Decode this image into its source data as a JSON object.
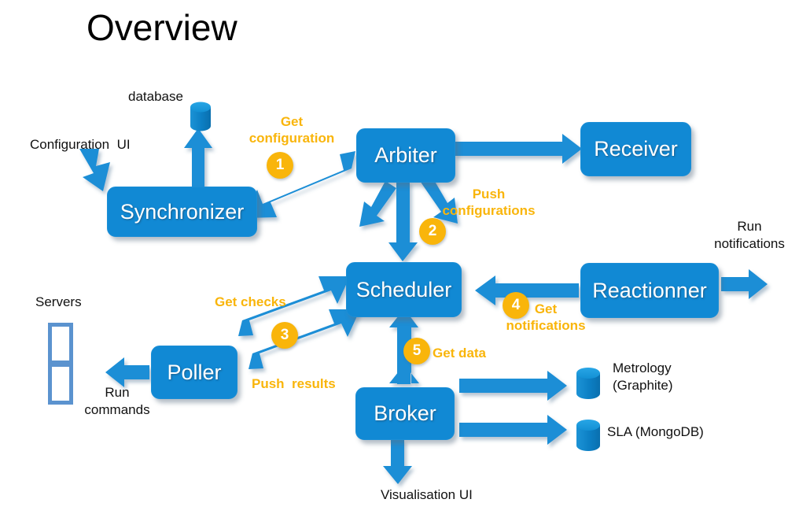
{
  "page": {
    "title": "Overview",
    "background": "#ffffff"
  },
  "colors": {
    "node_blue": "#1189d4",
    "arrow_blue": "#1b8ed6",
    "accent_amber": "#f9b50b",
    "caption_black": "#111111",
    "server_outline": "#5b93cf",
    "cylinder_body": "#0d82c8",
    "cylinder_top": "#1f9fe0"
  },
  "nodes": [
    {
      "id": "synchronizer",
      "label": "Synchronizer"
    },
    {
      "id": "arbiter",
      "label": "Arbiter"
    },
    {
      "id": "receiver",
      "label": "Receiver"
    },
    {
      "id": "scheduler",
      "label": "Scheduler"
    },
    {
      "id": "reactionner",
      "label": "Reactionner"
    },
    {
      "id": "poller",
      "label": "Poller"
    },
    {
      "id": "broker",
      "label": "Broker"
    }
  ],
  "datastores": [
    {
      "id": "database",
      "label": "database"
    },
    {
      "id": "metrology",
      "label": "Metrology\n(Graphite)"
    },
    {
      "id": "sla",
      "label": "SLA (MongoDB)"
    }
  ],
  "captions": [
    {
      "id": "configuration-ui",
      "text": "Configuration  UI"
    },
    {
      "id": "servers",
      "text": "Servers"
    },
    {
      "id": "run-commands",
      "text": "Run\ncommands"
    },
    {
      "id": "run-notifications",
      "text": "Run\nnotifications"
    },
    {
      "id": "visualisation-ui",
      "text": "Visualisation UI"
    }
  ],
  "steps": [
    {
      "number": "1",
      "label": "Get\nconfiguration",
      "from": "arbiter",
      "to": "synchronizer"
    },
    {
      "number": "2",
      "label": "Push\nconfigurations",
      "from": "arbiter",
      "to": "scheduler"
    },
    {
      "number": "3",
      "label_a": "Get checks",
      "label_b": "Push  results",
      "from": "poller",
      "to": "scheduler"
    },
    {
      "number": "4",
      "label": "Get\nnotifications",
      "from": "reactionner",
      "to": "scheduler"
    },
    {
      "number": "5",
      "label": "Get data",
      "from": "broker",
      "to": "scheduler"
    }
  ]
}
